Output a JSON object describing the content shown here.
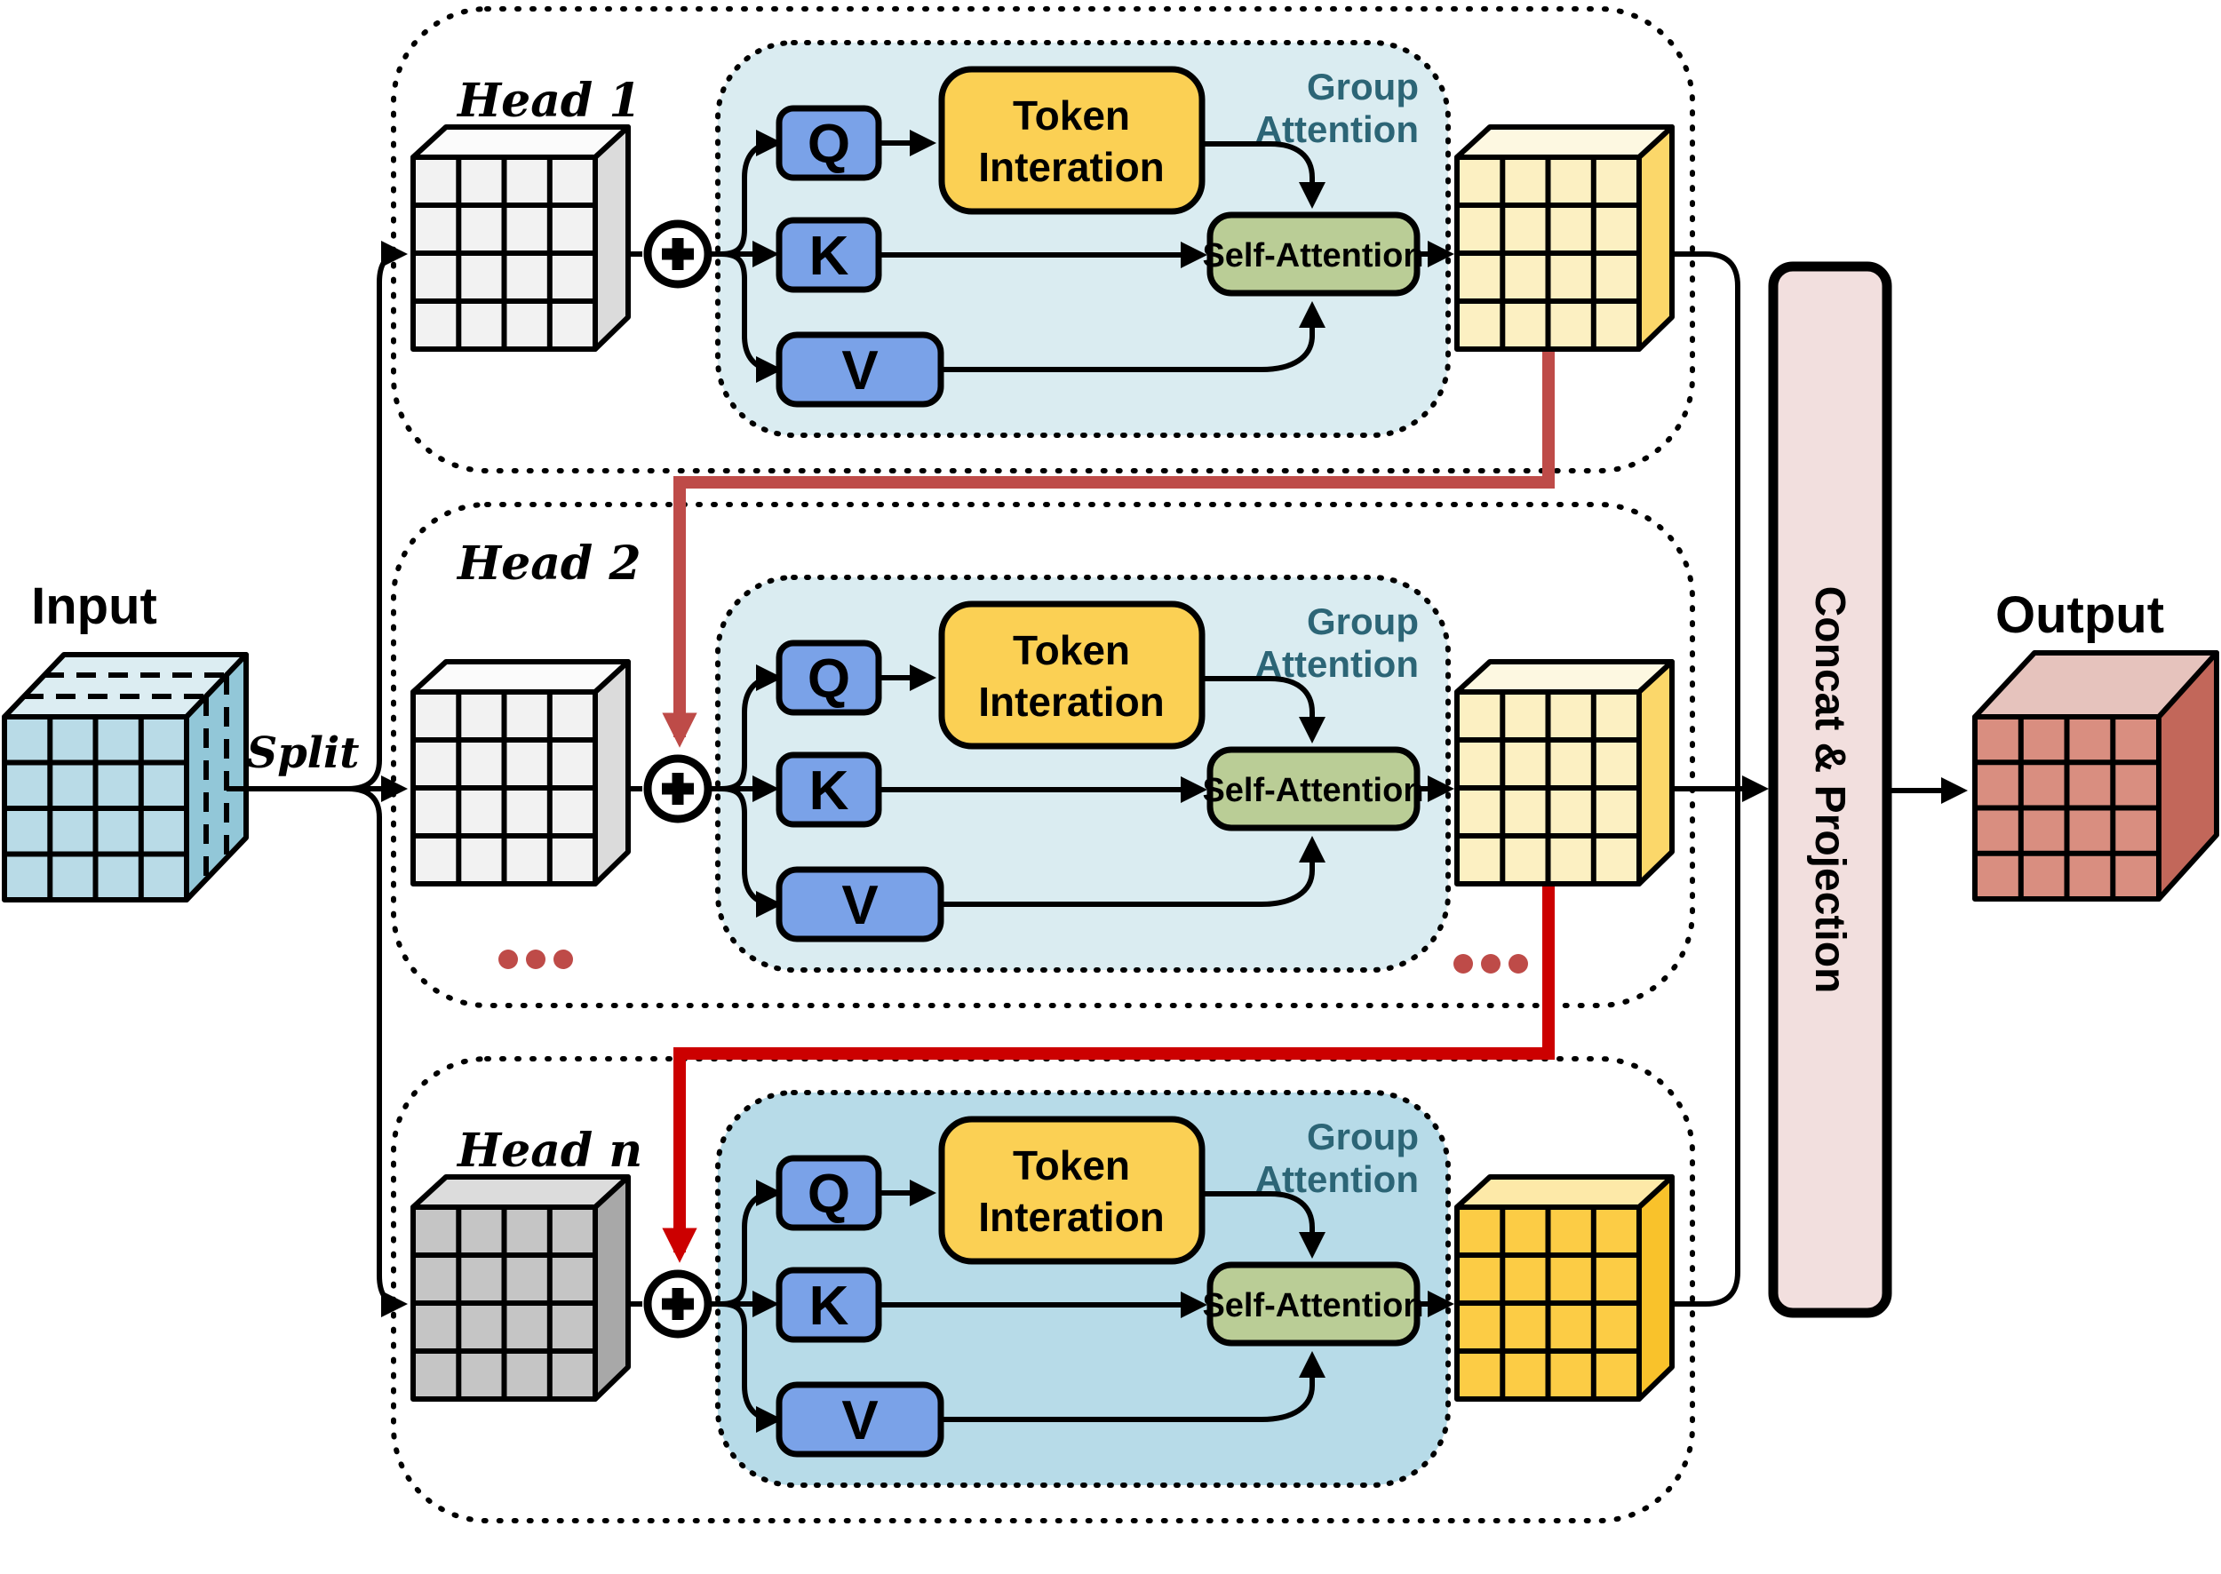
{
  "diagram": {
    "title": "Group Attention multi-head diagram",
    "input_label": "Input",
    "split_label": "Split",
    "output_label": "Output",
    "concat_label": "Concat & Projection",
    "ellipsis": "...",
    "heads": [
      {
        "label": "Head 1",
        "q": "Q",
        "k": "K",
        "v": "V",
        "token_line1": "Token",
        "token_line2": "Interation",
        "self_attention": "Self-Attention",
        "group_line1": "Group",
        "group_line2": "Attention"
      },
      {
        "label": "Head 2",
        "q": "Q",
        "k": "K",
        "v": "V",
        "token_line1": "Token",
        "token_line2": "Interation",
        "self_attention": "Self-Attention",
        "group_line1": "Group",
        "group_line2": "Attention"
      },
      {
        "label": "Head n",
        "q": "Q",
        "k": "K",
        "v": "V",
        "token_line1": "Token",
        "token_line2": "Interation",
        "self_attention": "Self-Attention",
        "group_line1": "Group",
        "group_line2": "Attention"
      }
    ],
    "colors": {
      "group_bg": "#DAECF1",
      "group_bg_head_n": "#B7DBE8",
      "qkv_fill": "#7AA2E8",
      "token_fill": "#FBD054",
      "self_attention_fill": "#BACD96",
      "concat_fill": "#F2DFDE",
      "teal_text": "#2C6576",
      "brick_red": "#BE4B48",
      "bright_red": "#CC0000",
      "input_cube": {
        "front": "#B9DBE7",
        "top": "#DCEDF2",
        "side": "#92C7D8"
      },
      "head_cube_light": {
        "front": "#F2F2F2",
        "top": "#FBFBFB",
        "side": "#DBDBDB"
      },
      "head_cube_dark": {
        "front": "#C5C5C5",
        "top": "#DCDCDC",
        "side": "#A8A8A8"
      },
      "out_cube_pale_yellow": {
        "front": "#FCF0C2",
        "top": "#FDF8E1",
        "side": "#FBD76A"
      },
      "out_cube_gold": {
        "front": "#FCCC45",
        "top": "#FDE9A8",
        "side": "#F9C22B"
      },
      "output_cube": {
        "front": "#D98E80",
        "top": "#E6C3BD",
        "side": "#C2675A"
      }
    }
  }
}
